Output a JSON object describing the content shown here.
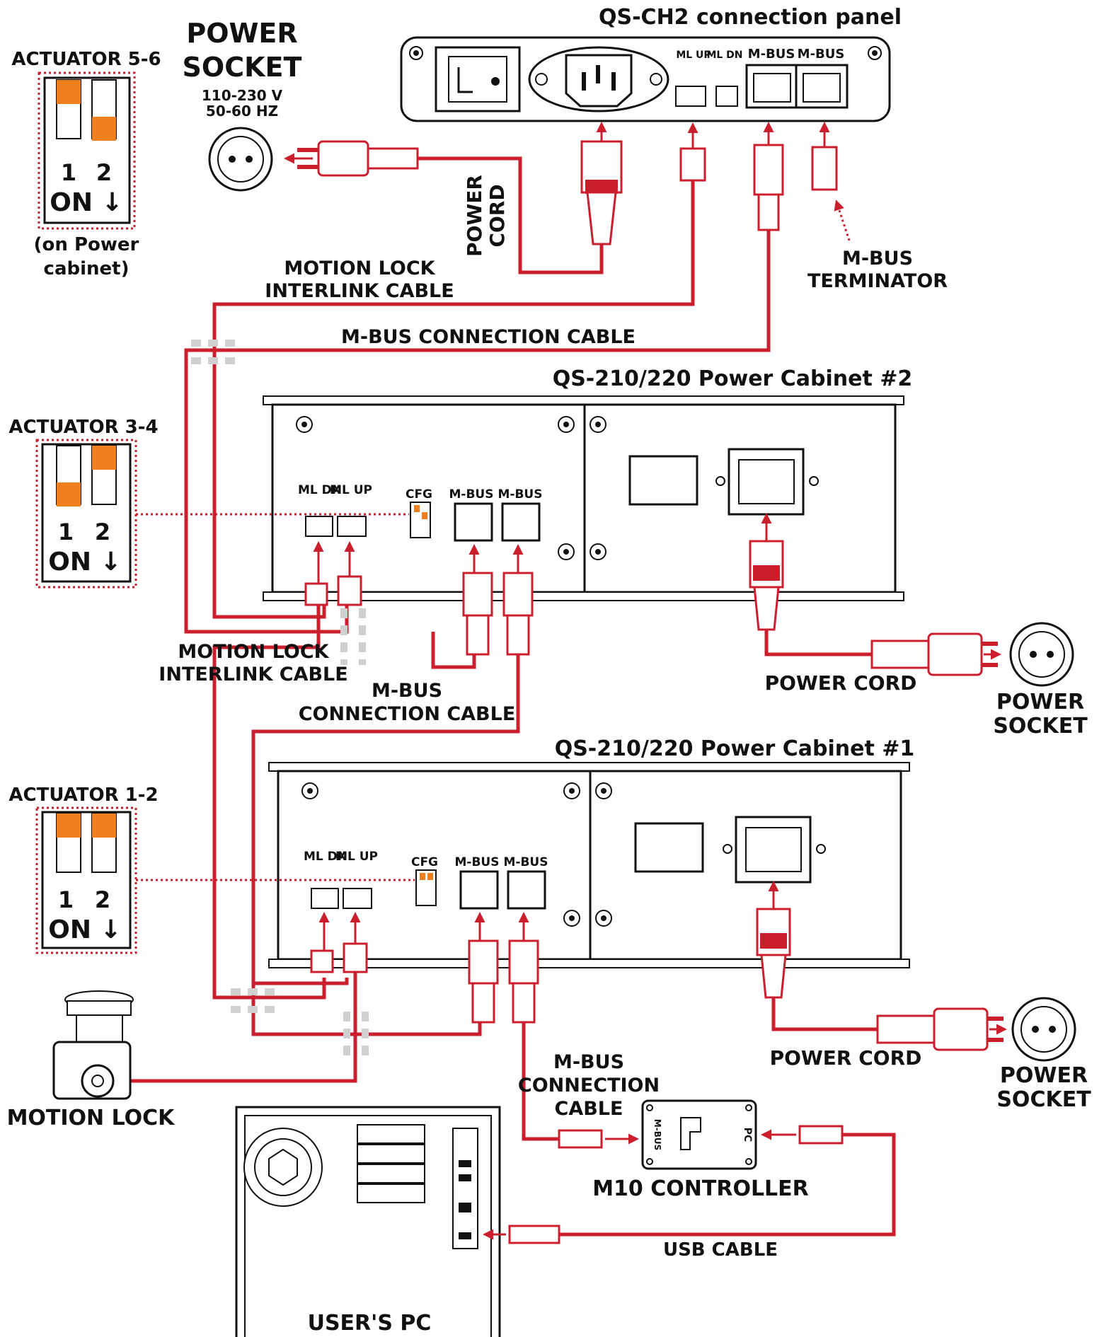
{
  "colors": {
    "cable": "#cc1f2e",
    "switch_on": "#f07f1e",
    "outline": "#111111"
  },
  "labels": {
    "panel_title": "QS-CH2 connection panel",
    "ml_up": "ML UP",
    "ml_dn": "ML DN",
    "mbus": "M-BUS",
    "cfg": "CFG",
    "power_socket_top_1": "POWER",
    "power_socket_top_2": "SOCKET",
    "voltage": "110-230 V",
    "freq": "50-60 HZ",
    "power_cord_vert_1": "POWER",
    "power_cord_vert_2": "CORD",
    "motion_lock_cable_1": "MOTION LOCK",
    "motion_lock_cable_2": "INTERLINK CABLE",
    "mbus_connection_cable": "M-BUS CONNECTION CABLE",
    "mbus_terminator_1": "M-BUS",
    "mbus_terminator_2": "TERMINATOR",
    "cabinet2_title": "QS-210/220 Power Cabinet #2",
    "cabinet1_title": "QS-210/220 Power Cabinet #1",
    "mbus_cable_two_1": "M-BUS",
    "mbus_cable_two_2": "CONNECTION CABLE",
    "power_cord": "POWER CORD",
    "power_socket_1": "POWER",
    "power_socket_2": "SOCKET",
    "actuator_56": "ACTUATOR 5-6",
    "actuator_34": "ACTUATOR 3-4",
    "actuator_12": "ACTUATOR 1-2",
    "on_power_cabinet_1": "(on Power",
    "on_power_cabinet_2": "cabinet)",
    "switch_1": "1",
    "switch_2": "2",
    "switch_on": "ON ↓",
    "motion_lock": "MOTION LOCK",
    "mbus_cable_three_1": "M-BUS",
    "mbus_cable_three_2": "CONNECTION",
    "mbus_cable_three_3": "CABLE",
    "m10_controller": "M10 CONTROLLER",
    "pc_port": "PC",
    "usb_cable": "USB CABLE",
    "users_pc": "USER'S PC"
  }
}
